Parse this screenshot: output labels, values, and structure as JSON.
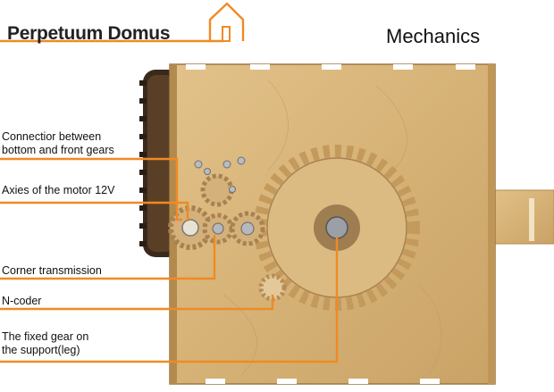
{
  "header": {
    "brand": "Perpetuum Domus",
    "section": "Mechanics"
  },
  "labels": {
    "connector_l1": "Connectior between",
    "connector_l2": "bottom and front gears",
    "motor_axis": "Axies of the motor 12V",
    "corner": "Corner transmission",
    "ncoder": "N-coder",
    "fixed_l1": "The fixed gear on",
    "fixed_l2": "the support(leg)"
  },
  "colors": {
    "accent": "#f08a24",
    "wood": "#d9b77c",
    "wood_dark": "#b38a4e",
    "text": "#111111"
  },
  "icons": {
    "logo": "house-outline-icon"
  }
}
